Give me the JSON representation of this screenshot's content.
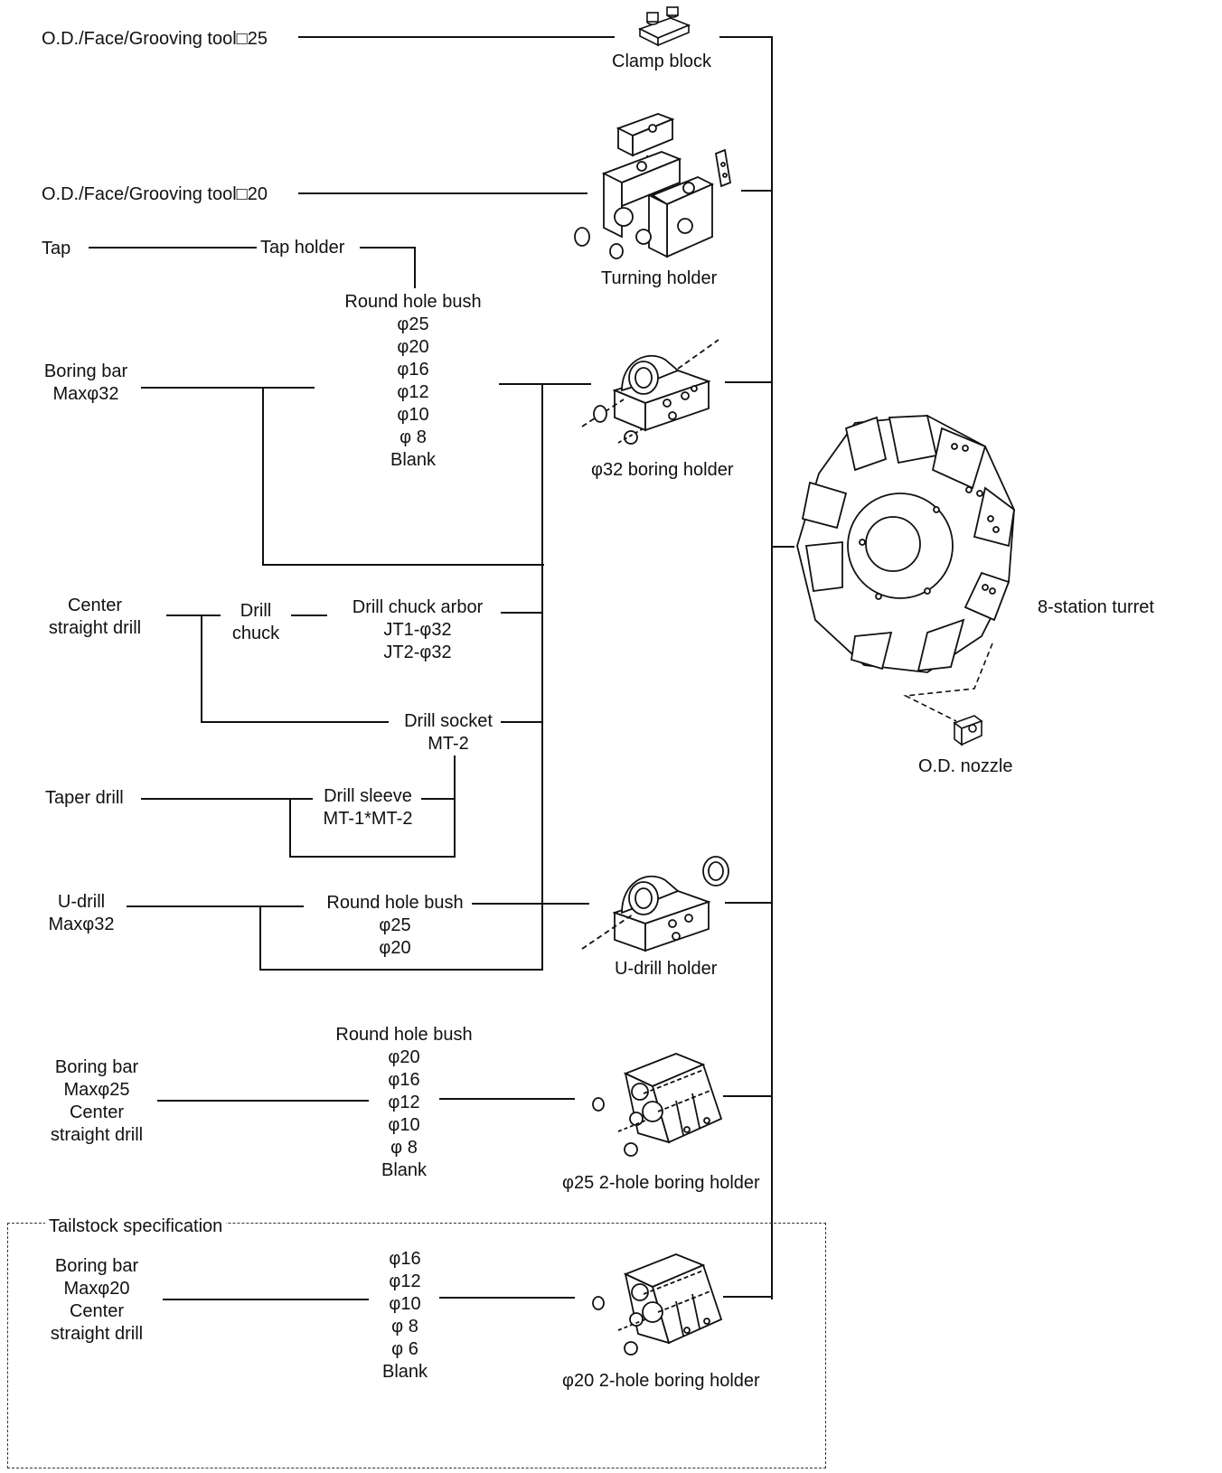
{
  "tools": {
    "od_25": "O.D./Face/Grooving tool□25",
    "od_20": "O.D./Face/Grooving tool□20",
    "tap": "Tap",
    "boring_32": [
      "Boring bar",
      "Maxφ32"
    ],
    "center_drill": [
      "Center",
      "straight drill"
    ],
    "taper_drill": "Taper drill",
    "udrill": [
      "U-drill",
      "Maxφ32"
    ],
    "boring_25": [
      "Boring bar",
      "Maxφ25",
      "Center",
      "straight drill"
    ],
    "boring_20": [
      "Boring bar",
      "Maxφ20",
      "Center",
      "straight drill"
    ]
  },
  "adapters": {
    "tap_holder": "Tap holder",
    "bush_1": [
      "Round hole bush",
      "φ25",
      "φ20",
      "φ16",
      "φ12",
      "φ10",
      "φ 8",
      "Blank"
    ],
    "drill_chuck": [
      "Drill",
      "chuck"
    ],
    "chuck_arbor": [
      "Drill chuck arbor",
      "JT1-φ32",
      "JT2-φ32"
    ],
    "drill_socket": [
      "Drill socket",
      "MT-2"
    ],
    "drill_sleeve": [
      "Drill sleeve",
      "MT-1*MT-2"
    ],
    "bush_2": [
      "Round hole bush",
      "φ25",
      "φ20"
    ],
    "bush_3": [
      "Round hole bush",
      "φ20",
      "φ16",
      "φ12",
      "φ10",
      "φ 8",
      "Blank"
    ],
    "bush_4": [
      "φ16",
      "φ12",
      "φ10",
      "φ 8",
      "φ 6",
      "Blank"
    ]
  },
  "holders": {
    "clamp_block": "Clamp block",
    "turning_holder": "Turning holder",
    "boring_holder_32": "φ32 boring holder",
    "udrill_holder": "U-drill holder",
    "boring_holder_25": "φ25 2-hole boring holder",
    "boring_holder_20": "φ20 2-hole boring holder"
  },
  "turret": {
    "label": "8-station turret",
    "nozzle": "O.D. nozzle"
  },
  "tailstock_label": "Tailstock specification",
  "icons": [
    "clamp-block-icon",
    "turning-holder-icon",
    "boring-holder-icon",
    "udrill-holder-icon",
    "two-hole-holder-icon",
    "turret-icon",
    "nozzle-icon"
  ]
}
